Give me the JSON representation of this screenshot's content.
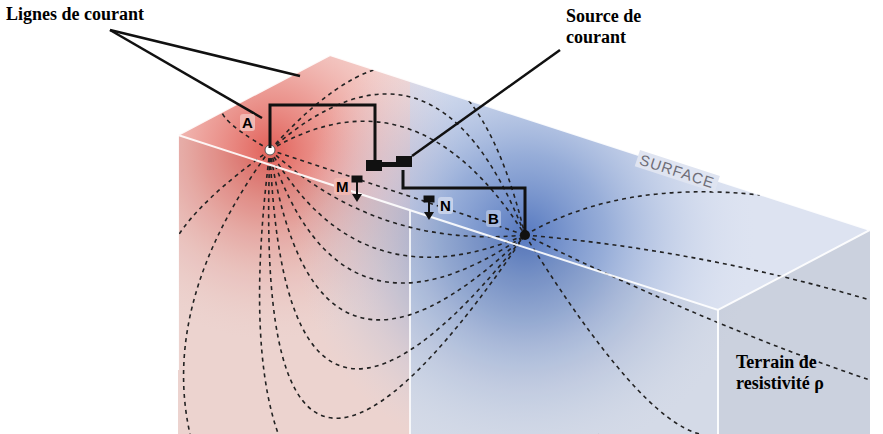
{
  "diagram": {
    "labels": [
      "Lignes de courant",
      "Source de courant",
      "A",
      "M",
      "N",
      "B",
      "SURFACE",
      "Terrain de resistivité ρ"
    ]
  }
}
